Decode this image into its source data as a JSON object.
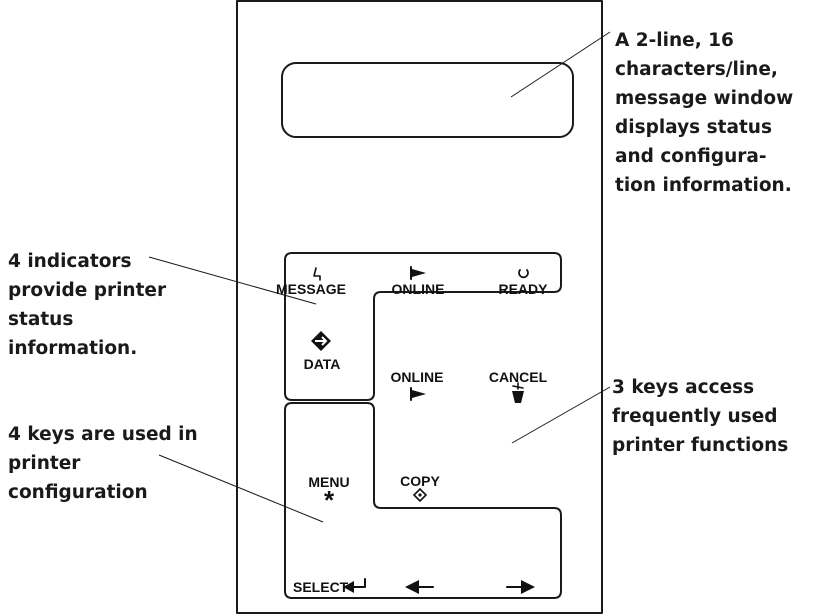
{
  "panel": {
    "indicators": {
      "message": "MESSAGE",
      "online": "ONLINE",
      "ready": "READY",
      "data": "DATA"
    },
    "frequent_keys": {
      "online": "ONLINE",
      "cancel": "CANCEL"
    },
    "config_keys": {
      "menu": "MENU",
      "copy": "COPY",
      "select": "SELECT"
    },
    "icons": {
      "message": "message-icon",
      "online_indicator": "online-arrow-icon",
      "ready": "ready-circle-icon",
      "data": "data-diamond-icon",
      "online_key": "online-arrow-icon",
      "cancel": "cancel-icon",
      "menu": "asterisk-icon",
      "copy": "copy-diamond-icon",
      "select": "enter-arrow-icon",
      "left": "left-arrow-icon",
      "right": "right-arrow-icon"
    }
  },
  "callouts": {
    "message_window": [
      "A 2-line, 16",
      "characters/line,",
      "message window",
      "displays status",
      "and configura-",
      "tion information."
    ],
    "indicators": [
      "4 indicators",
      "provide printer",
      "status",
      "information."
    ],
    "frequent_keys": [
      "3 keys access",
      "frequently used",
      "printer functions"
    ],
    "config_keys": [
      "4 keys are used in",
      "printer",
      "configuration"
    ]
  }
}
